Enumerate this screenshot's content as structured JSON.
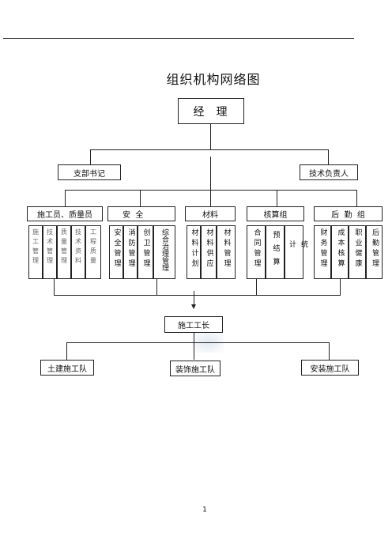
{
  "title": "组织机构网络图",
  "manager": "经  理",
  "party_secretary": "支部书记",
  "tech_lead": "技术负责人",
  "groups": [
    {
      "label": "施工员、质量员",
      "cols": [
        "施工管理",
        "技术管理",
        "质量管理",
        "技术资料",
        "工程质量"
      ]
    },
    {
      "label": "安  全",
      "cols": [
        "安全管理",
        "消防管理",
        "创卫管理",
        "综合治理管理"
      ]
    },
    {
      "label": "材料",
      "cols": [
        "材料计划",
        "材料供应",
        "材料管理"
      ]
    },
    {
      "label": "核算组",
      "cols": [
        "合同管理",
        "预结算",
        "统计"
      ]
    },
    {
      "label": "后  勤  组",
      "cols": [
        "财务管理",
        "成本核算",
        "职业健康",
        "后勤管理"
      ]
    }
  ],
  "site_foreman": "施工工长",
  "teams": [
    "土建施工队",
    "装饰施工队",
    "安装施工队"
  ],
  "page_number": "1"
}
